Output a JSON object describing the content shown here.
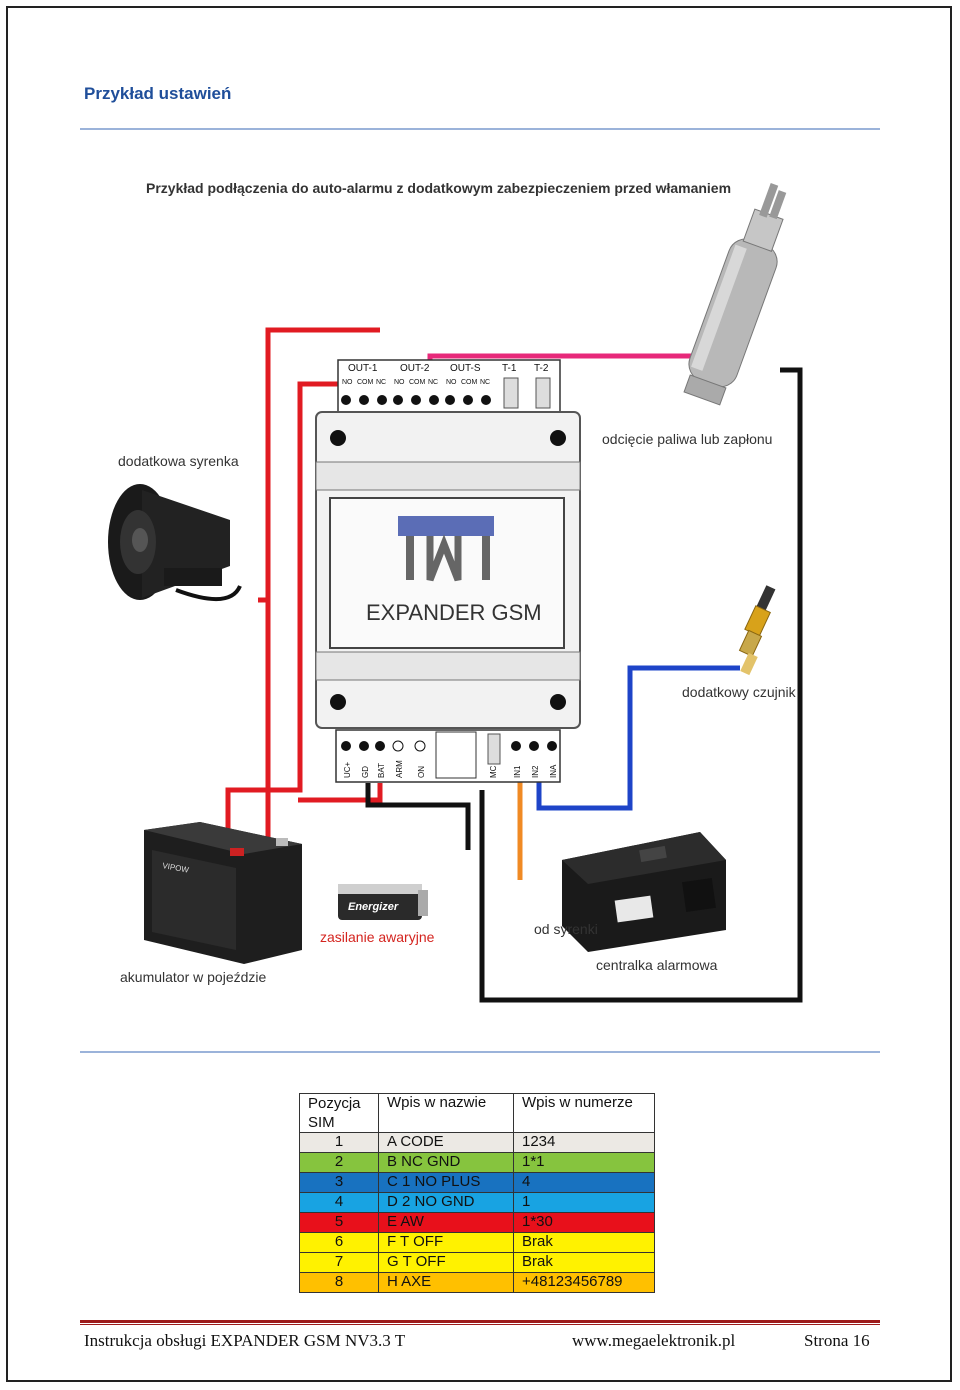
{
  "page": {
    "title": "Przykład ustawień"
  },
  "diagram": {
    "heading": "Przykład podłączenia do auto-alarmu  z dodatkowym zabezpieczeniem przed włamaniem",
    "device_name": "EXPANDER GSM",
    "labels": {
      "siren": "dodatkowa syrenka",
      "fuel_cutoff": "odcięcie paliwa lub zapłonu",
      "extra_sensor": "dodatkowy czujnik",
      "from_siren": "od syrenki",
      "alarm_unit": "centralka alarmowa",
      "backup_power": "zasilanie awaryjne",
      "battery": "akumulator w pojeździe"
    },
    "top_groups": [
      "OUT-1",
      "OUT-2",
      "OUT-S",
      "T-1",
      "T-2"
    ],
    "top_terminals": [
      "NO",
      "COM",
      "NC",
      "NO",
      "COM",
      "NC",
      "NO",
      "COM",
      "NC"
    ],
    "bottom_terminals": [
      "UC+",
      "GD",
      "BAT",
      "ARM",
      "ON",
      "MC",
      "IN1",
      "IN2",
      "INA"
    ],
    "battery_brand": "VIPOW",
    "backup_battery_brand": "Energizer"
  },
  "sim_table": {
    "headers": [
      "Pozycja SIM",
      "Wpis w nazwie",
      "Wpis w numerze"
    ],
    "rows": [
      {
        "pos": "1",
        "name": "A CODE",
        "number": "1234",
        "color": "#ece9e4"
      },
      {
        "pos": "2",
        "name": "B NC GND",
        "number": "1*1",
        "color": "#86c43e"
      },
      {
        "pos": "3",
        "name": "C 1 NO PLUS",
        "number": "4",
        "color": "#1872c0"
      },
      {
        "pos": "4",
        "name": "D 2 NO GND",
        "number": "1",
        "color": "#18a3e2"
      },
      {
        "pos": "5",
        "name": "E AW",
        "number": "1*30",
        "color": "#e8101b"
      },
      {
        "pos": "6",
        "name": "F T OFF",
        "number": "Brak",
        "color": "#fff200"
      },
      {
        "pos": "7",
        "name": "G T OFF",
        "number": "Brak",
        "color": "#fff200"
      },
      {
        "pos": "8",
        "name": "H AXE",
        "number": "+48123456789",
        "color": "#ffc000"
      }
    ]
  },
  "footer": {
    "left": "Instrukcja obsługi EXPANDER GSM NV3.3 T",
    "center": "www.megaelektronik.pl",
    "right": "Strona 16"
  }
}
